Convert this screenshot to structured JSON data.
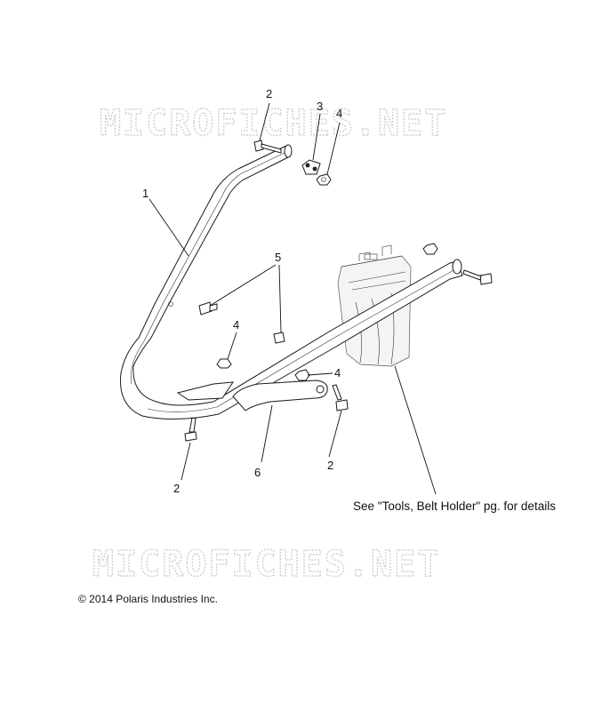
{
  "watermark": {
    "text": "MICROFICHES.NET"
  },
  "callouts": {
    "c1": "1",
    "c2_top": "2",
    "c2_left": "2",
    "c2_right": "2",
    "c3": "3",
    "c4_top": "4",
    "c4_mid": "4",
    "c4_lower": "4",
    "c5": "5",
    "c6": "6"
  },
  "note": {
    "text": "See \"Tools, Belt Holder\" pg. for details"
  },
  "copyright": {
    "text": "© 2014 Polaris Industries Inc."
  }
}
